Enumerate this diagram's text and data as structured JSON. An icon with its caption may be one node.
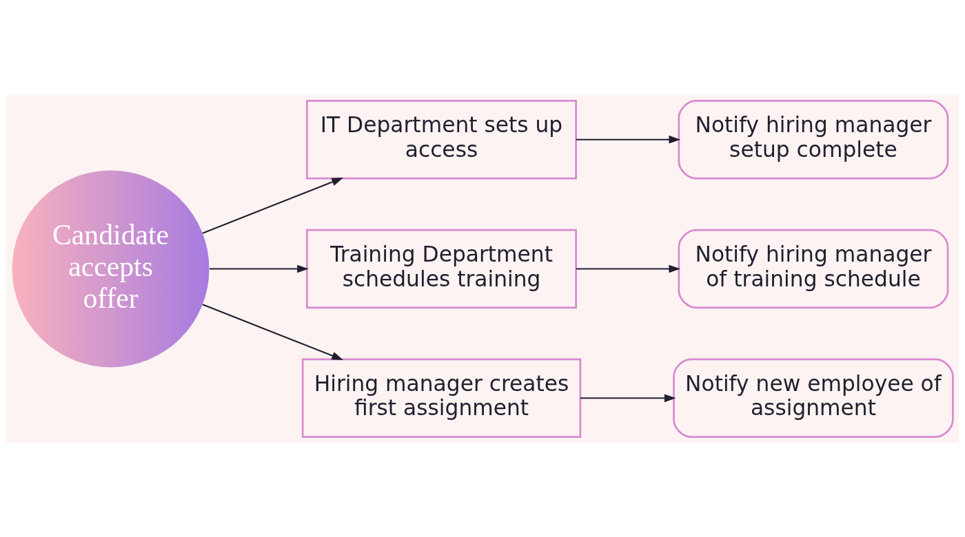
{
  "diagram": {
    "nodes": [
      {
        "text": [
          "Candidate accepts offer"
        ]
      },
      {
        "text": [
          "IT Department sets up access"
        ]
      },
      {
        "text": [
          "Notify hiring manager setup complete"
        ]
      },
      {
        "text": [
          "Training Department schedules training"
        ]
      },
      {
        "text": [
          "Notify hiring manager of training schedule"
        ]
      },
      {
        "text": [
          "Hiring manager creates first assignment"
        ]
      },
      {
        "text": [
          "Notify new employee of assignment"
        ]
      }
    ],
    "edges": [
      {
        "from": 0,
        "to": 1,
        "arrow": "to"
      },
      {
        "from": 1,
        "to": 2,
        "arrow": "to"
      },
      {
        "from": 0,
        "to": 3,
        "arrow": "to"
      },
      {
        "from": 3,
        "to": 4,
        "arrow": "to"
      },
      {
        "from": 0,
        "to": 5,
        "arrow": "to"
      },
      {
        "from": 5,
        "to": 6,
        "arrow": "to"
      }
    ]
  }
}
